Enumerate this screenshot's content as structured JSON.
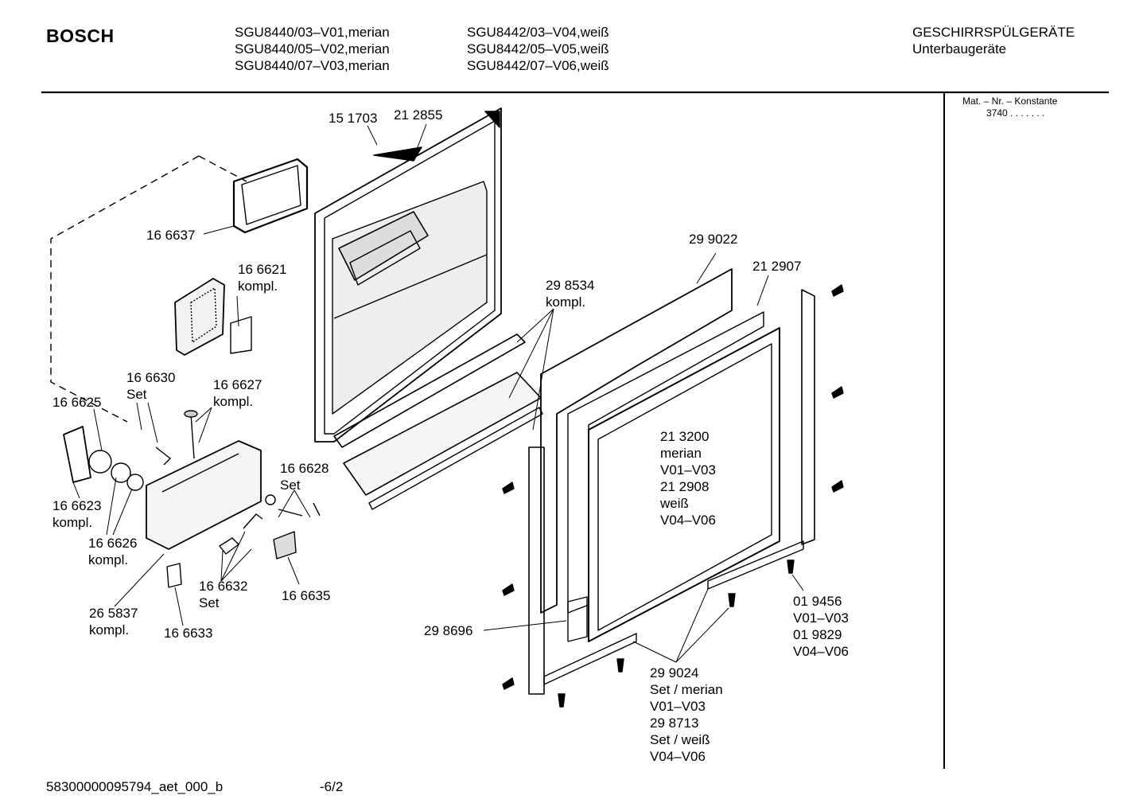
{
  "header": {
    "brand": "BOSCH",
    "models_col1": [
      "SGU8440/03–V01,merian",
      "SGU8440/05–V02,merian",
      "SGU8440/07–V03,merian"
    ],
    "models_col2": [
      "SGU8442/03–V04,weiß",
      "SGU8442/05–V05,weiß",
      "SGU8442/07–V06,weiß"
    ],
    "category": "GESCHIRRSPÜLGERÄTE",
    "subcategory": "Unterbaugeräte"
  },
  "sidebar": {
    "mat_label": "Mat. – Nr. – Konstante",
    "mat_value": "3740  .  .  .   .  .  .  ."
  },
  "footer": {
    "doc_id": "58300000095794_aet_000_b",
    "page": "-6/2"
  },
  "parts": [
    {
      "id": "p151703",
      "lines": [
        "15 1703"
      ]
    },
    {
      "id": "p212855",
      "lines": [
        "21 2855"
      ]
    },
    {
      "id": "p166637",
      "lines": [
        "16 6637"
      ]
    },
    {
      "id": "p166621",
      "lines": [
        "16 6621",
        "kompl."
      ]
    },
    {
      "id": "p298534",
      "lines": [
        "29 8534",
        "kompl."
      ]
    },
    {
      "id": "p299022",
      "lines": [
        "29 9022"
      ]
    },
    {
      "id": "p212907",
      "lines": [
        "21 2907"
      ]
    },
    {
      "id": "p166630",
      "lines": [
        "16 6630",
        "Set"
      ]
    },
    {
      "id": "p166627",
      "lines": [
        "16 6627",
        "kompl."
      ]
    },
    {
      "id": "p166625",
      "lines": [
        "16 6625"
      ]
    },
    {
      "id": "p166628",
      "lines": [
        "16 6628",
        "Set"
      ]
    },
    {
      "id": "p166623",
      "lines": [
        "16 6623",
        "kompl."
      ]
    },
    {
      "id": "p166626",
      "lines": [
        "16 6626",
        "kompl."
      ]
    },
    {
      "id": "p166632",
      "lines": [
        "16 6632",
        "Set"
      ]
    },
    {
      "id": "p166635",
      "lines": [
        "16 6635"
      ]
    },
    {
      "id": "p265837",
      "lines": [
        "26 5837",
        "kompl."
      ]
    },
    {
      "id": "p166633",
      "lines": [
        "16 6633"
      ]
    },
    {
      "id": "p213200",
      "lines": [
        "21 3200",
        "merian",
        "V01–V03",
        "21 2908",
        "weiß",
        "V04–V06"
      ]
    },
    {
      "id": "p298696",
      "lines": [
        "29 8696"
      ]
    },
    {
      "id": "p019456",
      "lines": [
        "01 9456",
        "V01–V03",
        "01 9829",
        "V04–V06"
      ]
    },
    {
      "id": "p299024",
      "lines": [
        "29 9024",
        "Set / merian",
        "V01–V03",
        "29 8713",
        "Set / weiß",
        "V04–V06"
      ]
    }
  ]
}
